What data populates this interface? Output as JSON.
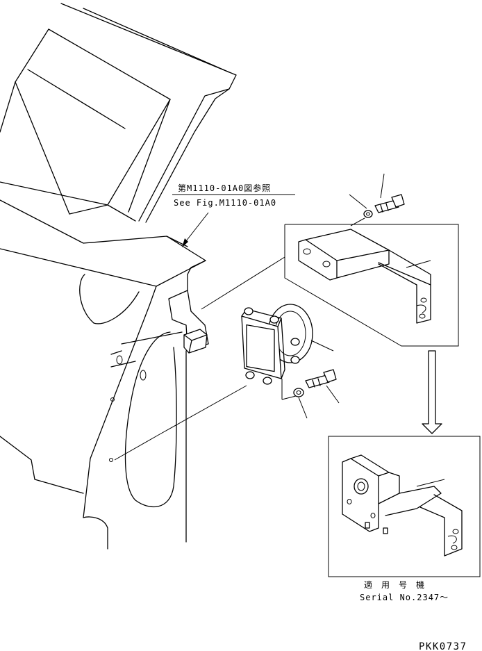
{
  "reference_note": {
    "jp": "第M1110-01A0図参照",
    "en": "See Fig.M1110-01A0"
  },
  "applicability": {
    "jp": "適用号機",
    "serial": "Serial No.2347～"
  },
  "drawing_code": "PKK0737"
}
